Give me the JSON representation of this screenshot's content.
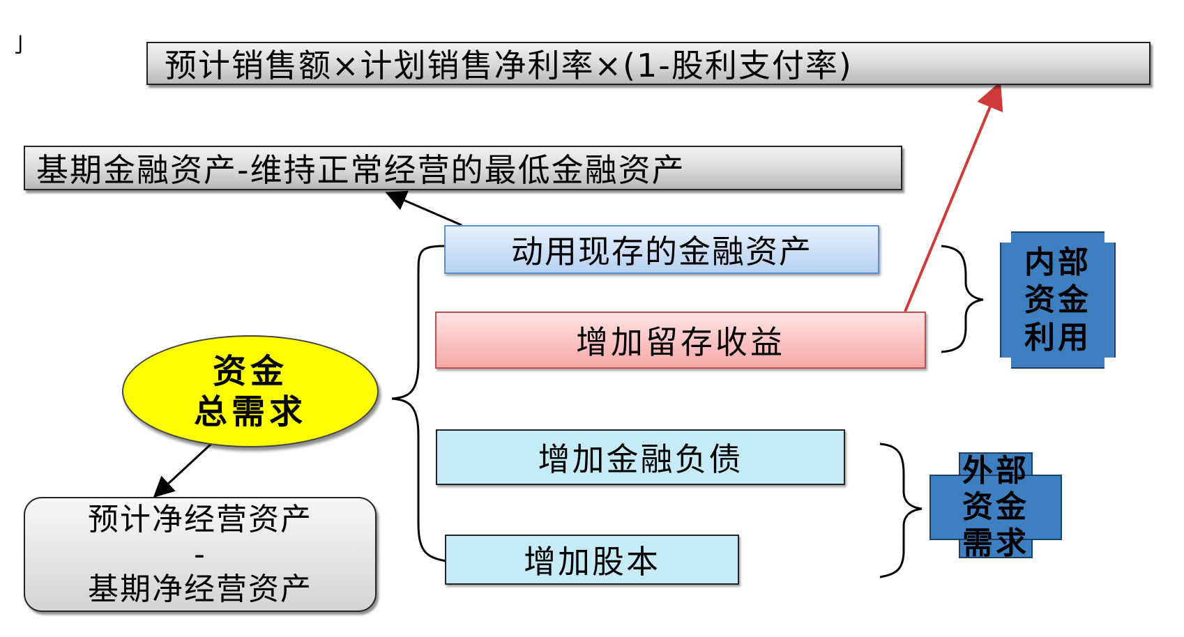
{
  "stray_char": "亅",
  "formula": "预计销售额×计划销售净利率×(1-股利支付率)",
  "base_financial_assets": "基期金融资产-维持正常经营的最低金融资产",
  "use_existing_assets": "动用现存的金融资产",
  "retained_earnings": "增加留存收益",
  "financial_debt": "增加金融负债",
  "equity": "增加股本",
  "total_demand": {
    "line1": "资金",
    "line2": "总需求"
  },
  "net_operating_assets": {
    "line1": "预计净经营资产",
    "line2": "-",
    "line3": "基期净经营资产"
  },
  "internal_funds": {
    "line1": "内部",
    "line2": "资金",
    "line3": "利用"
  },
  "external_funds": {
    "line1": "外部",
    "line2": "资金",
    "line3": "需求"
  },
  "colors": {
    "ellipse": "#ffff00",
    "plaque": "#3d7fc0",
    "pink_box": "#f7a8a8",
    "blue_box": "#b7d1f1",
    "cyan_box": "#c5ebf7",
    "red_arrow": "#d03a3a"
  }
}
